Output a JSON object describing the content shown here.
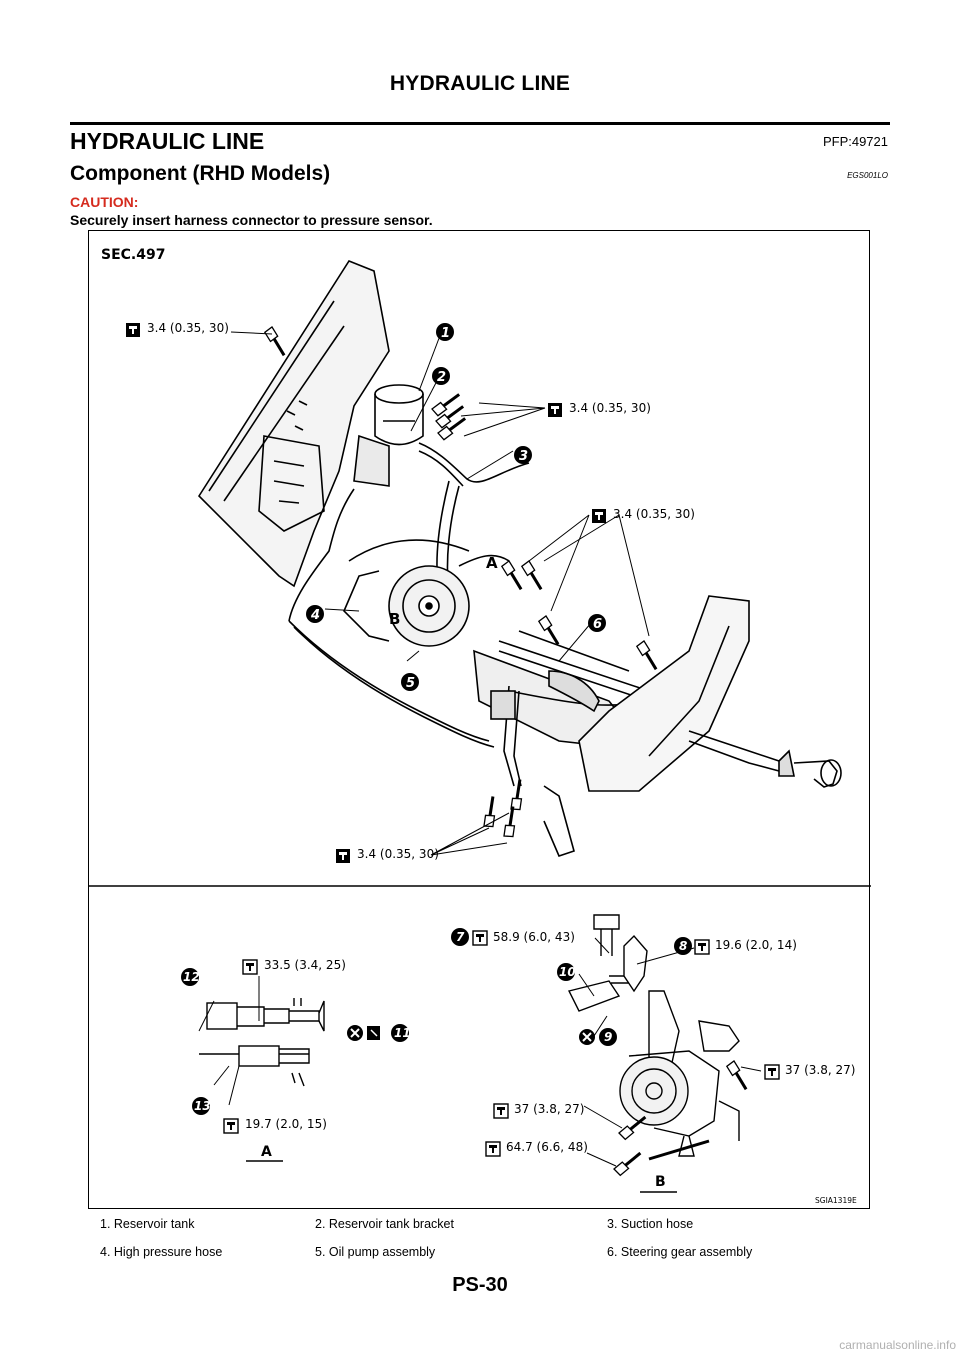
{
  "header": {
    "title": "HYDRAULIC LINE"
  },
  "section": {
    "title": "HYDRAULIC LINE",
    "pfp": "PFP:49721"
  },
  "component": {
    "title": "Component (RHD Models)",
    "code": "EGS001LO"
  },
  "caution": {
    "label": "CAUTION:",
    "text": "Securely insert harness connector to pressure sensor."
  },
  "figure": {
    "sec": "SEC.497",
    "ref": "SGIA1319E",
    "torque_top": [
      "3.4 (0.35, 30)",
      "3.4 (0.35, 30)",
      "3.4 (0.35, 30)",
      "3.4 (0.35, 30)"
    ],
    "view_a": {
      "label": "A",
      "t12": "33.5 (3.4, 25)",
      "t13": "19.7 (2.0, 15)"
    },
    "view_b": {
      "label": "B",
      "t7": "58.9 (6.0, 43)",
      "t8": "19.6 (2.0, 14)",
      "t_right": "37 (3.8, 27)",
      "t_left": "37 (3.8, 27)",
      "t_long": "64.7 (6.6, 48)"
    },
    "callouts": [
      "1",
      "2",
      "3",
      "4",
      "5",
      "6",
      "7",
      "8",
      "9",
      "10",
      "11",
      "12",
      "13"
    ],
    "letters": {
      "a": "A",
      "b": "B"
    }
  },
  "legend": [
    [
      "1.",
      "Reservoir tank",
      "2.",
      "Reservoir tank bracket",
      "3.",
      "Suction hose"
    ],
    [
      "4.",
      "High pressure hose",
      "5.",
      "Oil pump assembly",
      "6.",
      "Steering gear assembly"
    ]
  ],
  "legend_text": {
    "r1c1": "1.     Reservoir tank",
    "r1c2": "2.     Reservoir tank bracket",
    "r1c3": "3.     Suction hose",
    "r2c1": "4.     High pressure hose",
    "r2c2": "5.     Oil pump assembly",
    "r2c3": "6.     Steering gear assembly"
  },
  "page_number": "PS-30",
  "watermark": "carmanualsonline.info"
}
